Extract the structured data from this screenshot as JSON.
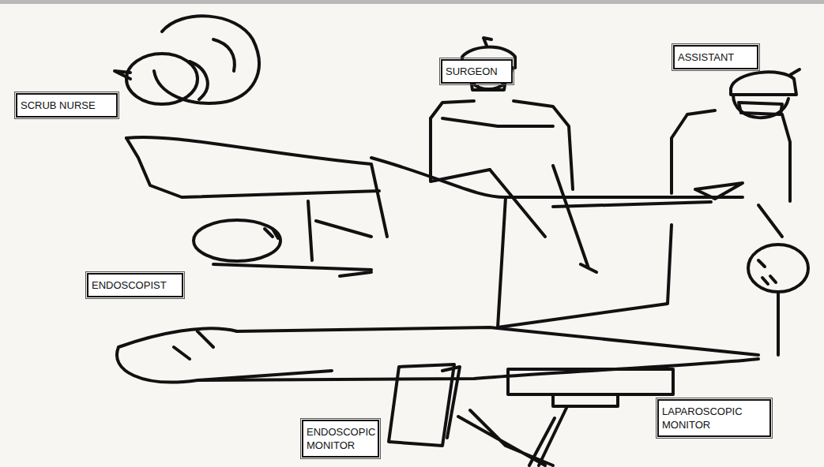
{
  "diagram": {
    "nodes": [
      {
        "text": [
          "ASSISTANT"
        ]
      },
      {
        "text": [
          "SURGEON"
        ]
      },
      {
        "text": [
          "SCRUB NURSE"
        ]
      },
      {
        "text": [
          "ENDOSCOPIST"
        ]
      },
      {
        "text": [
          "LAPAROSCOPIC MONITOR"
        ]
      },
      {
        "text": [
          "ENDOSCOPIC MONITOR"
        ]
      }
    ]
  }
}
